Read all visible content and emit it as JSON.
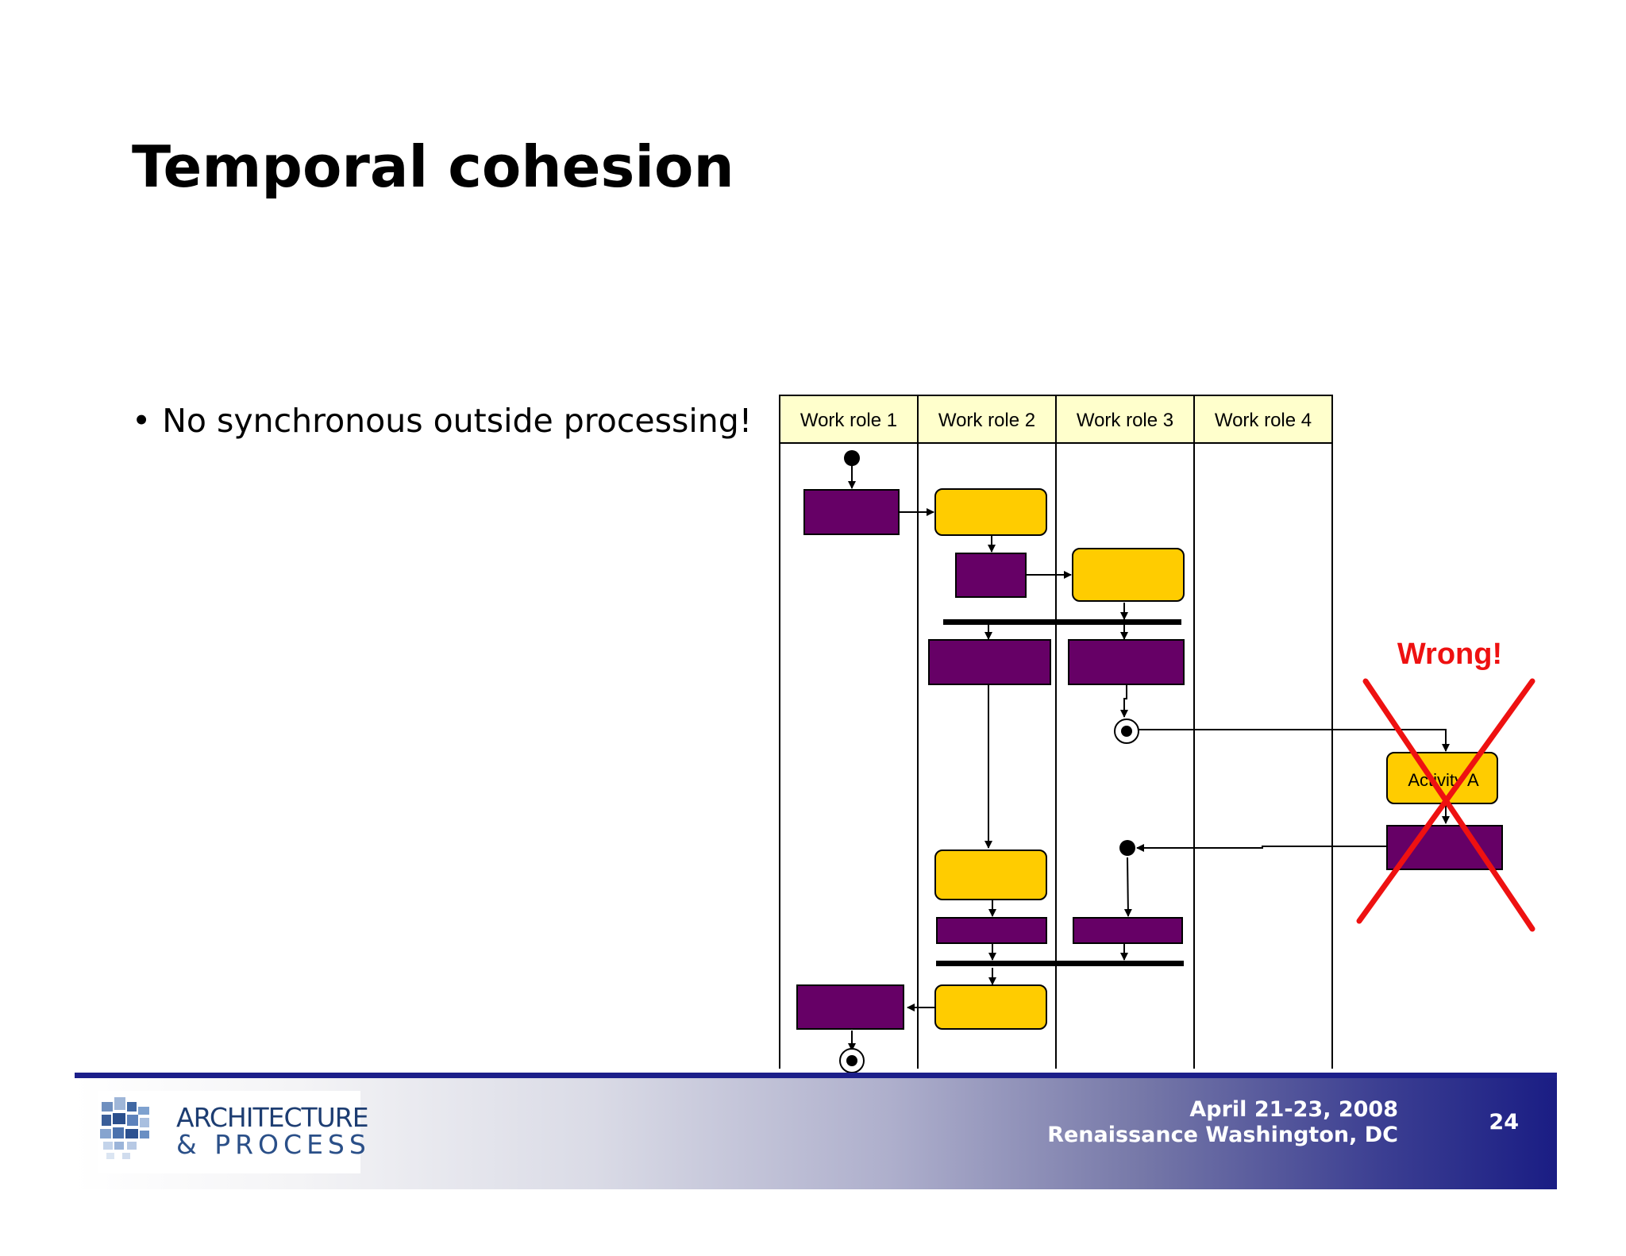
{
  "slide": {
    "title": "Temporal cohesion",
    "bullet": "No synchronous outside processing!",
    "bullet_marker": "•"
  },
  "diagram": {
    "lanes": [
      "Work role 1",
      "Work role 2",
      "Work role 3",
      "Work role 4"
    ],
    "activity_label": "Activity A",
    "wrong_label": "Wrong!",
    "colors": {
      "purple": "#660066",
      "yellow": "#ffcc00",
      "lane_header": "#ffffcc",
      "wrong": "#ee1111"
    }
  },
  "footer": {
    "logo_line1": "ARCHITECTURE",
    "logo_line2": "& PROCESS",
    "date": "April 21-23, 2008",
    "venue": "Renaissance Washington, DC",
    "page_number": "24",
    "bar_color": "#1c1f8a"
  }
}
